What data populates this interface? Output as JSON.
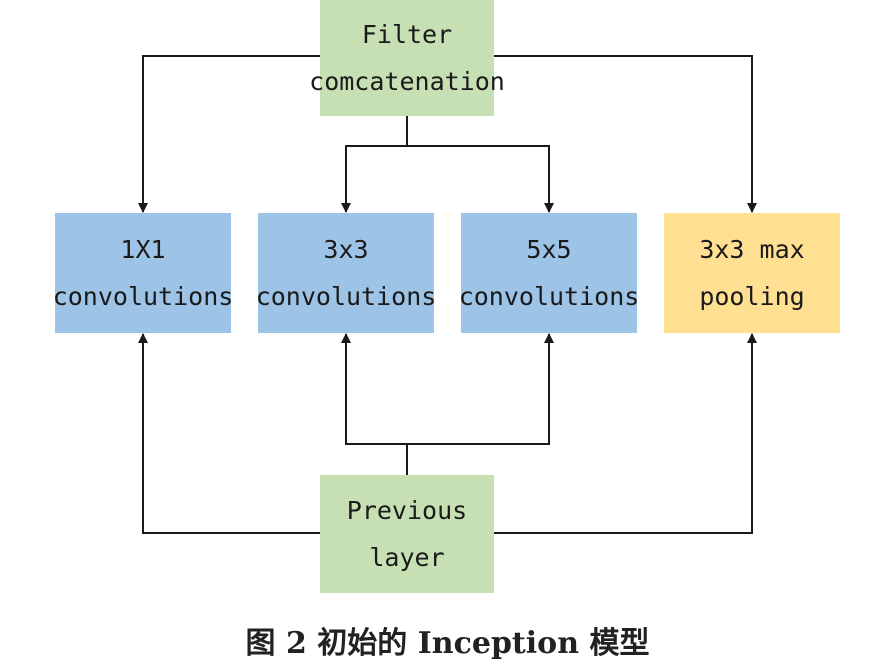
{
  "diagram": {
    "nodes": {
      "filter_concat": {
        "lines": [
          "Filter",
          "comcatenation"
        ],
        "color": "#c6e0b4"
      },
      "conv1x1": {
        "lines": [
          "1X1",
          "convolutions"
        ],
        "color": "#9dc3e6"
      },
      "conv3x3": {
        "lines": [
          "3x3",
          "convolutions"
        ],
        "color": "#9dc3e6"
      },
      "conv5x5": {
        "lines": [
          "5x5",
          "convolutions"
        ],
        "color": "#9dc3e6"
      },
      "maxpool": {
        "lines": [
          "3x3 max",
          "pooling"
        ],
        "color": "#ffdf91"
      },
      "previous": {
        "lines": [
          "Previous",
          "layer"
        ],
        "color": "#c6e0b4"
      }
    },
    "edges": [
      {
        "from": "filter_concat",
        "to": "conv1x1"
      },
      {
        "from": "filter_concat",
        "to": "conv3x3"
      },
      {
        "from": "filter_concat",
        "to": "conv5x5"
      },
      {
        "from": "filter_concat",
        "to": "maxpool"
      },
      {
        "from": "previous",
        "to": "conv1x1"
      },
      {
        "from": "previous",
        "to": "conv3x3"
      },
      {
        "from": "previous",
        "to": "conv5x5"
      },
      {
        "from": "previous",
        "to": "maxpool"
      }
    ],
    "line_color": "#1a1a1a"
  },
  "caption": "图 2   初始的 Inception 模型"
}
